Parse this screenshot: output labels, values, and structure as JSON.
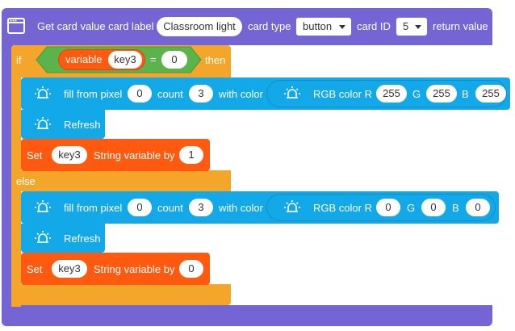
{
  "colors": {
    "purple": "#7565d4",
    "orange": "#f4a62a",
    "blue": "#13a9e9",
    "red": "#ff5a0f",
    "green": "#5bb34b",
    "darkred": "#e84016"
  },
  "event": {
    "icon": "window-icon",
    "label_start": "Get card value card label",
    "card_label": "Classroom light",
    "card_type_label": "card type",
    "card_type": "button",
    "card_id_label": "card ID",
    "card_id": "5",
    "label_end": "return value"
  },
  "if_block": {
    "if_label": "if",
    "then_label": "then",
    "else_label": "else",
    "condition": {
      "variable_label": "variable",
      "variable": "key3",
      "operator": "=",
      "value": "0"
    }
  },
  "then_branch": {
    "fill": {
      "icon": "light-icon",
      "label": "fill from pixel",
      "pixel": "0",
      "count_label": "count",
      "count": "3",
      "color_label": "with color",
      "rgb_icon": "light-icon",
      "rgb_label": "RGB color R",
      "r": "255",
      "g_label": "G",
      "g": "255",
      "b_label": "B",
      "b": "255"
    },
    "refresh": {
      "icon": "light-icon",
      "label": "Refresh"
    },
    "set": {
      "label": "Set",
      "variable": "key3",
      "by_label": "String variable by",
      "value": "1"
    }
  },
  "else_branch": {
    "fill": {
      "icon": "light-icon",
      "label": "fill from pixel",
      "pixel": "0",
      "count_label": "count",
      "count": "3",
      "color_label": "with color",
      "rgb_icon": "light-icon",
      "rgb_label": "RGB color R",
      "r": "0",
      "g_label": "G",
      "g": "0",
      "b_label": "B",
      "b": "0"
    },
    "refresh": {
      "icon": "light-icon",
      "label": "Refresh"
    },
    "set": {
      "label": "Set",
      "variable": "key3",
      "by_label": "String variable by",
      "value": "0"
    }
  }
}
